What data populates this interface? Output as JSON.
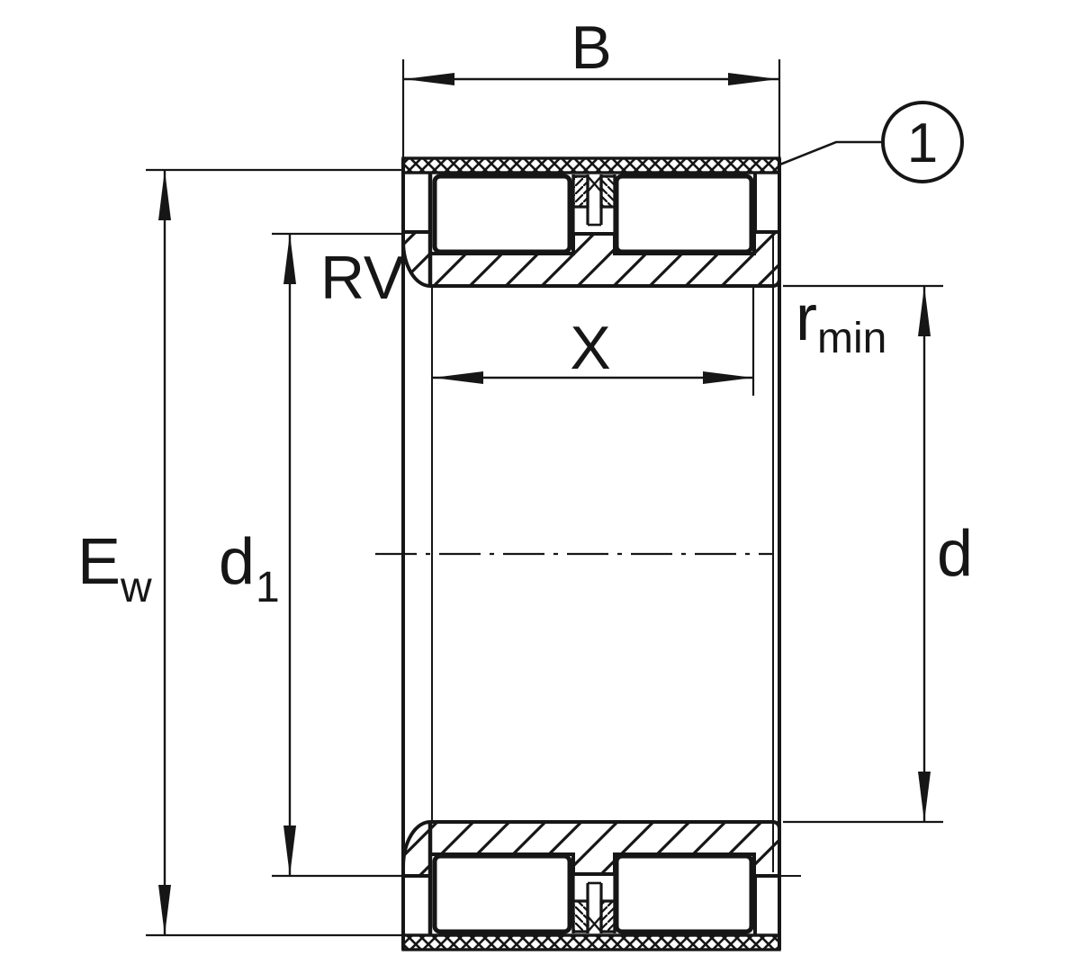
{
  "drawing": {
    "background": "#ffffff",
    "line_color": "#161616",
    "dimension_labels": {
      "width_label": "B",
      "outer_raceway_main": "E",
      "outer_raceway_sub": "w",
      "rib_diameter_main": "d",
      "rib_diameter_sub": "1",
      "roller_set_label": "X",
      "bore_label": "d",
      "chamfer_main": "r",
      "chamfer_sub": "min",
      "recess_label": "RV",
      "callout_label": "1"
    }
  }
}
